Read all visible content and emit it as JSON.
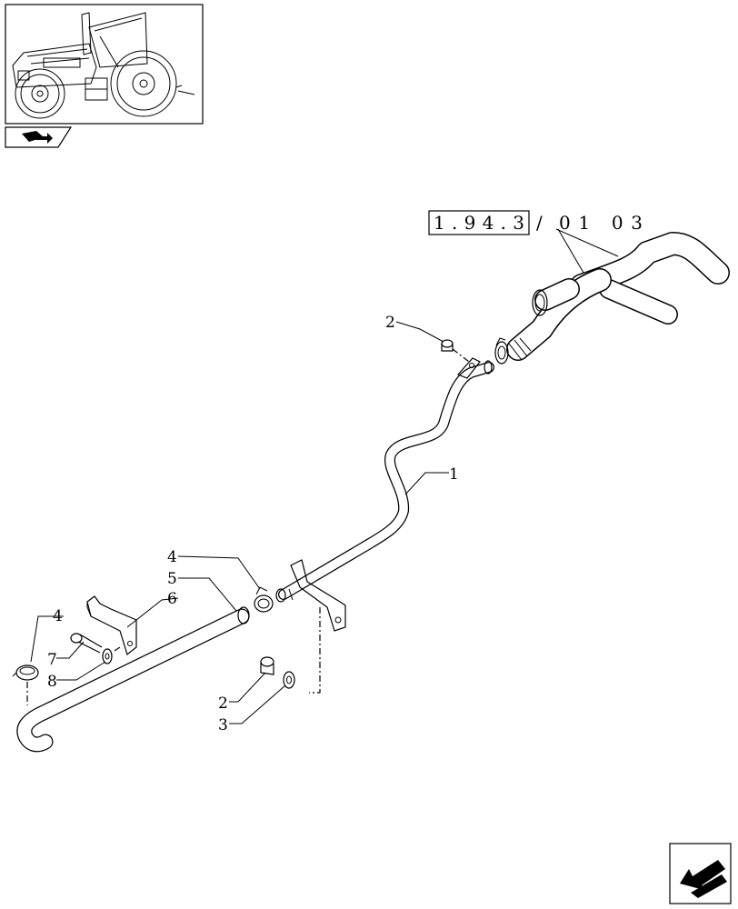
{
  "reference": {
    "group": "1.94.3",
    "sheet": "01 03",
    "separator": "/"
  },
  "callouts": [
    {
      "id": "c1",
      "label": "1"
    },
    {
      "id": "c2a",
      "label": "2"
    },
    {
      "id": "c2b",
      "label": "2"
    },
    {
      "id": "c3",
      "label": "3"
    },
    {
      "id": "c4a",
      "label": "4"
    },
    {
      "id": "c4b",
      "label": "4"
    },
    {
      "id": "c5",
      "label": "5"
    },
    {
      "id": "c6",
      "label": "6"
    },
    {
      "id": "c7",
      "label": "7"
    },
    {
      "id": "c8",
      "label": "8"
    }
  ],
  "icons": {
    "thumbnail": "tractor-icon",
    "section": "book-arrow-icon",
    "navigation": "next-page-arrow-icon"
  }
}
